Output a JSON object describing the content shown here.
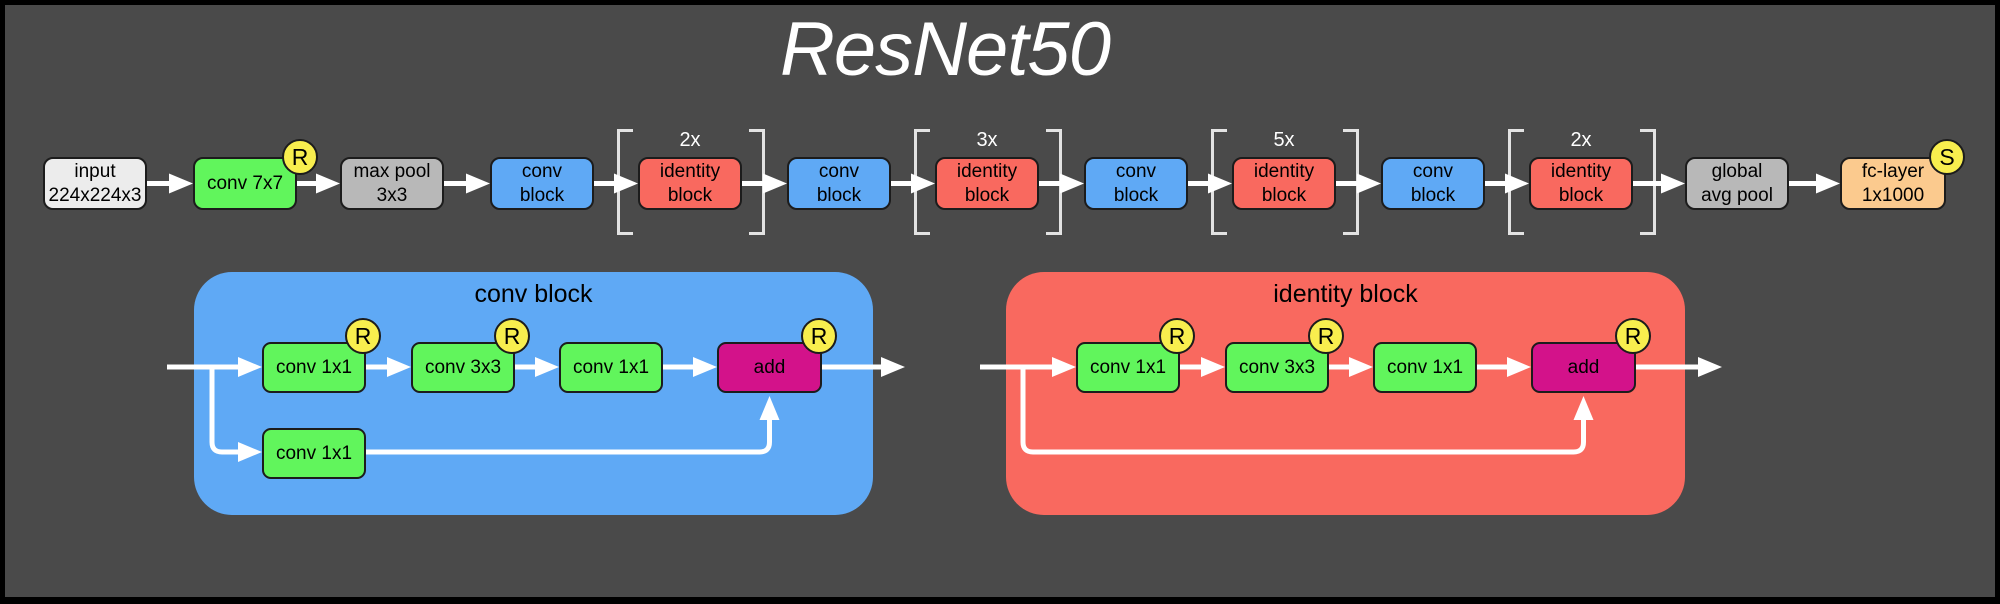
{
  "title": "ResNet50",
  "pipeline": {
    "nodes": [
      {
        "name": "input",
        "label": "input\n224x224x3",
        "type": "input"
      },
      {
        "name": "conv-7x7",
        "label": "conv 7x7",
        "type": "conv",
        "badge": "R"
      },
      {
        "name": "max-pool-3x3",
        "label": "max pool\n3x3",
        "type": "pool"
      },
      {
        "name": "conv-block-1",
        "label": "conv\nblock",
        "type": "conv-block"
      },
      {
        "name": "identity-block-group-1",
        "label": "identity\nblock",
        "type": "identity-block",
        "repeat": "2x"
      },
      {
        "name": "conv-block-2",
        "label": "conv\nblock",
        "type": "conv-block"
      },
      {
        "name": "identity-block-group-2",
        "label": "identity\nblock",
        "type": "identity-block",
        "repeat": "3x"
      },
      {
        "name": "conv-block-3",
        "label": "conv\nblock",
        "type": "conv-block"
      },
      {
        "name": "identity-block-group-3",
        "label": "identity\nblock",
        "type": "identity-block",
        "repeat": "5x"
      },
      {
        "name": "conv-block-4",
        "label": "conv\nblock",
        "type": "conv-block"
      },
      {
        "name": "identity-block-group-4",
        "label": "identity\nblock",
        "type": "identity-block",
        "repeat": "2x"
      },
      {
        "name": "global-avg-pool",
        "label": "global\navg pool",
        "type": "pool"
      },
      {
        "name": "fc-layer",
        "label": "fc-layer\n1x1000",
        "type": "fc",
        "badge": "S"
      }
    ]
  },
  "details": [
    {
      "name": "conv-block-detail",
      "title": "conv block",
      "theme": "blue",
      "main_nodes": [
        {
          "name": "conv-1x1-a",
          "label": "conv 1x1",
          "type": "conv",
          "badge": "R"
        },
        {
          "name": "conv-3x3",
          "label": "conv 3x3",
          "type": "conv",
          "badge": "R"
        },
        {
          "name": "conv-1x1-b",
          "label": "conv 1x1",
          "type": "conv"
        },
        {
          "name": "add",
          "label": "add",
          "type": "add",
          "badge": "R"
        }
      ],
      "shortcut_node": {
        "name": "conv-1x1-shortcut",
        "label": "conv 1x1",
        "type": "conv"
      }
    },
    {
      "name": "identity-block-detail",
      "title": "identity block",
      "theme": "red",
      "main_nodes": [
        {
          "name": "conv-1x1-a",
          "label": "conv 1x1",
          "type": "conv",
          "badge": "R"
        },
        {
          "name": "conv-3x3",
          "label": "conv 3x3",
          "type": "conv",
          "badge": "R"
        },
        {
          "name": "conv-1x1-b",
          "label": "conv 1x1",
          "type": "conv"
        },
        {
          "name": "add",
          "label": "add",
          "type": "add",
          "badge": "R"
        }
      ],
      "shortcut_node": null
    }
  ],
  "legend": {
    "badge_r_meaning": "R",
    "badge_s_meaning": "S"
  },
  "colors": {
    "background": "#4a4a4a",
    "frame": "#000000",
    "arrow": "#ffffff",
    "bracket": "#e3e3e3",
    "label_light": "#ffffff",
    "input": "#ececec",
    "green": "#61f55c",
    "gray": "#b8b8b8",
    "blue": "#5fa9f5",
    "red": "#f9695f",
    "fc": "#fbca8e",
    "magenta": "#d3128a",
    "yellow": "#f8ee4e"
  }
}
